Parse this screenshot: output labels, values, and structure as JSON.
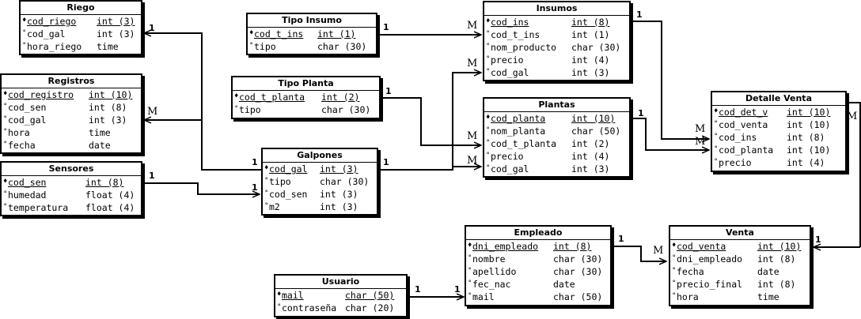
{
  "entities": {
    "riego": {
      "title": "Riego",
      "fields": [
        {
          "name": "cod_riego",
          "type": "int (3)",
          "mark": "♦"
        },
        {
          "name": "cod_gal",
          "type": "int (3)",
          "mark": "°"
        },
        {
          "name": "hora_riego",
          "type": "time",
          "mark": "°"
        }
      ]
    },
    "registros": {
      "title": "Registros",
      "fields": [
        {
          "name": "cod_registro",
          "type": "int (10)",
          "mark": "♦"
        },
        {
          "name": "cod_sen",
          "type": "int (8)",
          "mark": "°"
        },
        {
          "name": "cod_gal",
          "type": "int (3)",
          "mark": "°"
        },
        {
          "name": "hora",
          "type": "time",
          "mark": "°"
        },
        {
          "name": "fecha",
          "type": "date",
          "mark": "°"
        }
      ]
    },
    "sensores": {
      "title": "Sensores",
      "fields": [
        {
          "name": "cod_sen",
          "type": "int (8)",
          "mark": "♦"
        },
        {
          "name": "humedad",
          "type": "float (4)",
          "mark": "°"
        },
        {
          "name": "temperatura",
          "type": "float (4)",
          "mark": "°"
        }
      ]
    },
    "tipo_insumo": {
      "title": "Tipo Insumo",
      "fields": [
        {
          "name": "cod_t_ins",
          "type": "int (1)",
          "mark": "♦"
        },
        {
          "name": "tipo",
          "type": "char (30)",
          "mark": "°"
        }
      ]
    },
    "tipo_planta": {
      "title": "Tipo Planta",
      "fields": [
        {
          "name": "cod_t_planta",
          "type": "int (2)",
          "mark": "♦"
        },
        {
          "name": "tipo",
          "type": "char (30)",
          "mark": "°"
        }
      ]
    },
    "galpones": {
      "title": "Galpones",
      "fields": [
        {
          "name": "cod_gal",
          "type": "int (3)",
          "mark": "♦"
        },
        {
          "name": "tipo",
          "type": "char (30)",
          "mark": "°"
        },
        {
          "name": "cod_sen",
          "type": "int (3)",
          "mark": "°"
        },
        {
          "name": "m2",
          "type": "int (3)",
          "mark": "°"
        }
      ]
    },
    "insumos": {
      "title": "Insumos",
      "fields": [
        {
          "name": "cod_ins",
          "type": "int (8)",
          "mark": "♦"
        },
        {
          "name": "cod_t_ins",
          "type": "int (1)",
          "mark": "°"
        },
        {
          "name": "nom_producto",
          "type": "char (30)",
          "mark": "°"
        },
        {
          "name": "precio",
          "type": "int (4)",
          "mark": "°"
        },
        {
          "name": "cod_gal",
          "type": "int (3)",
          "mark": "°"
        }
      ]
    },
    "plantas": {
      "title": "Plantas",
      "fields": [
        {
          "name": "cod_planta",
          "type": "int (10)",
          "mark": "♦"
        },
        {
          "name": "nom_planta",
          "type": "char (50)",
          "mark": "°"
        },
        {
          "name": "cod_t_planta",
          "type": "int (2)",
          "mark": "°"
        },
        {
          "name": "precio",
          "type": "int (4)",
          "mark": "°"
        },
        {
          "name": "cod_gal",
          "type": "int (3)",
          "mark": "°"
        }
      ]
    },
    "detalle_venta": {
      "title": "Detalle Venta",
      "fields": [
        {
          "name": "cod_det_v",
          "type": "int (10)",
          "mark": "♦"
        },
        {
          "name": "cod_venta",
          "type": "int (10)",
          "mark": "°"
        },
        {
          "name": "cod_ins",
          "type": "int (8)",
          "mark": "°"
        },
        {
          "name": "cod_planta",
          "type": "int (10)",
          "mark": "°"
        },
        {
          "name": "precio",
          "type": "int (4)",
          "mark": "°"
        }
      ]
    },
    "empleado": {
      "title": "Empleado",
      "fields": [
        {
          "name": "dni_empleado",
          "type": "int (8)",
          "mark": "♦"
        },
        {
          "name": "nombre",
          "type": "char (30)",
          "mark": "°"
        },
        {
          "name": "apellido",
          "type": "char (30)",
          "mark": "°"
        },
        {
          "name": "fec_nac",
          "type": "date",
          "mark": "°"
        },
        {
          "name": "mail",
          "type": "char (50)",
          "mark": "°"
        }
      ]
    },
    "venta": {
      "title": "Venta",
      "fields": [
        {
          "name": "cod_venta",
          "type": "int (10)",
          "mark": "♦"
        },
        {
          "name": "dni_empleado",
          "type": "int (8)",
          "mark": "°"
        },
        {
          "name": "fecha",
          "type": "date",
          "mark": "°"
        },
        {
          "name": "precio_final",
          "type": "int (8)",
          "mark": "°"
        },
        {
          "name": "hora",
          "type": "time",
          "mark": "°"
        }
      ]
    },
    "usuario": {
      "title": "Usuario",
      "fields": [
        {
          "name": "mail",
          "type": "char (50)",
          "mark": "♦"
        },
        {
          "name": "contraseña",
          "type": "char (20)",
          "mark": "°"
        }
      ]
    }
  },
  "cardinalities": {
    "one": "1",
    "many": "M"
  },
  "colors": {
    "line": "#000000",
    "background": "#ffffff"
  }
}
